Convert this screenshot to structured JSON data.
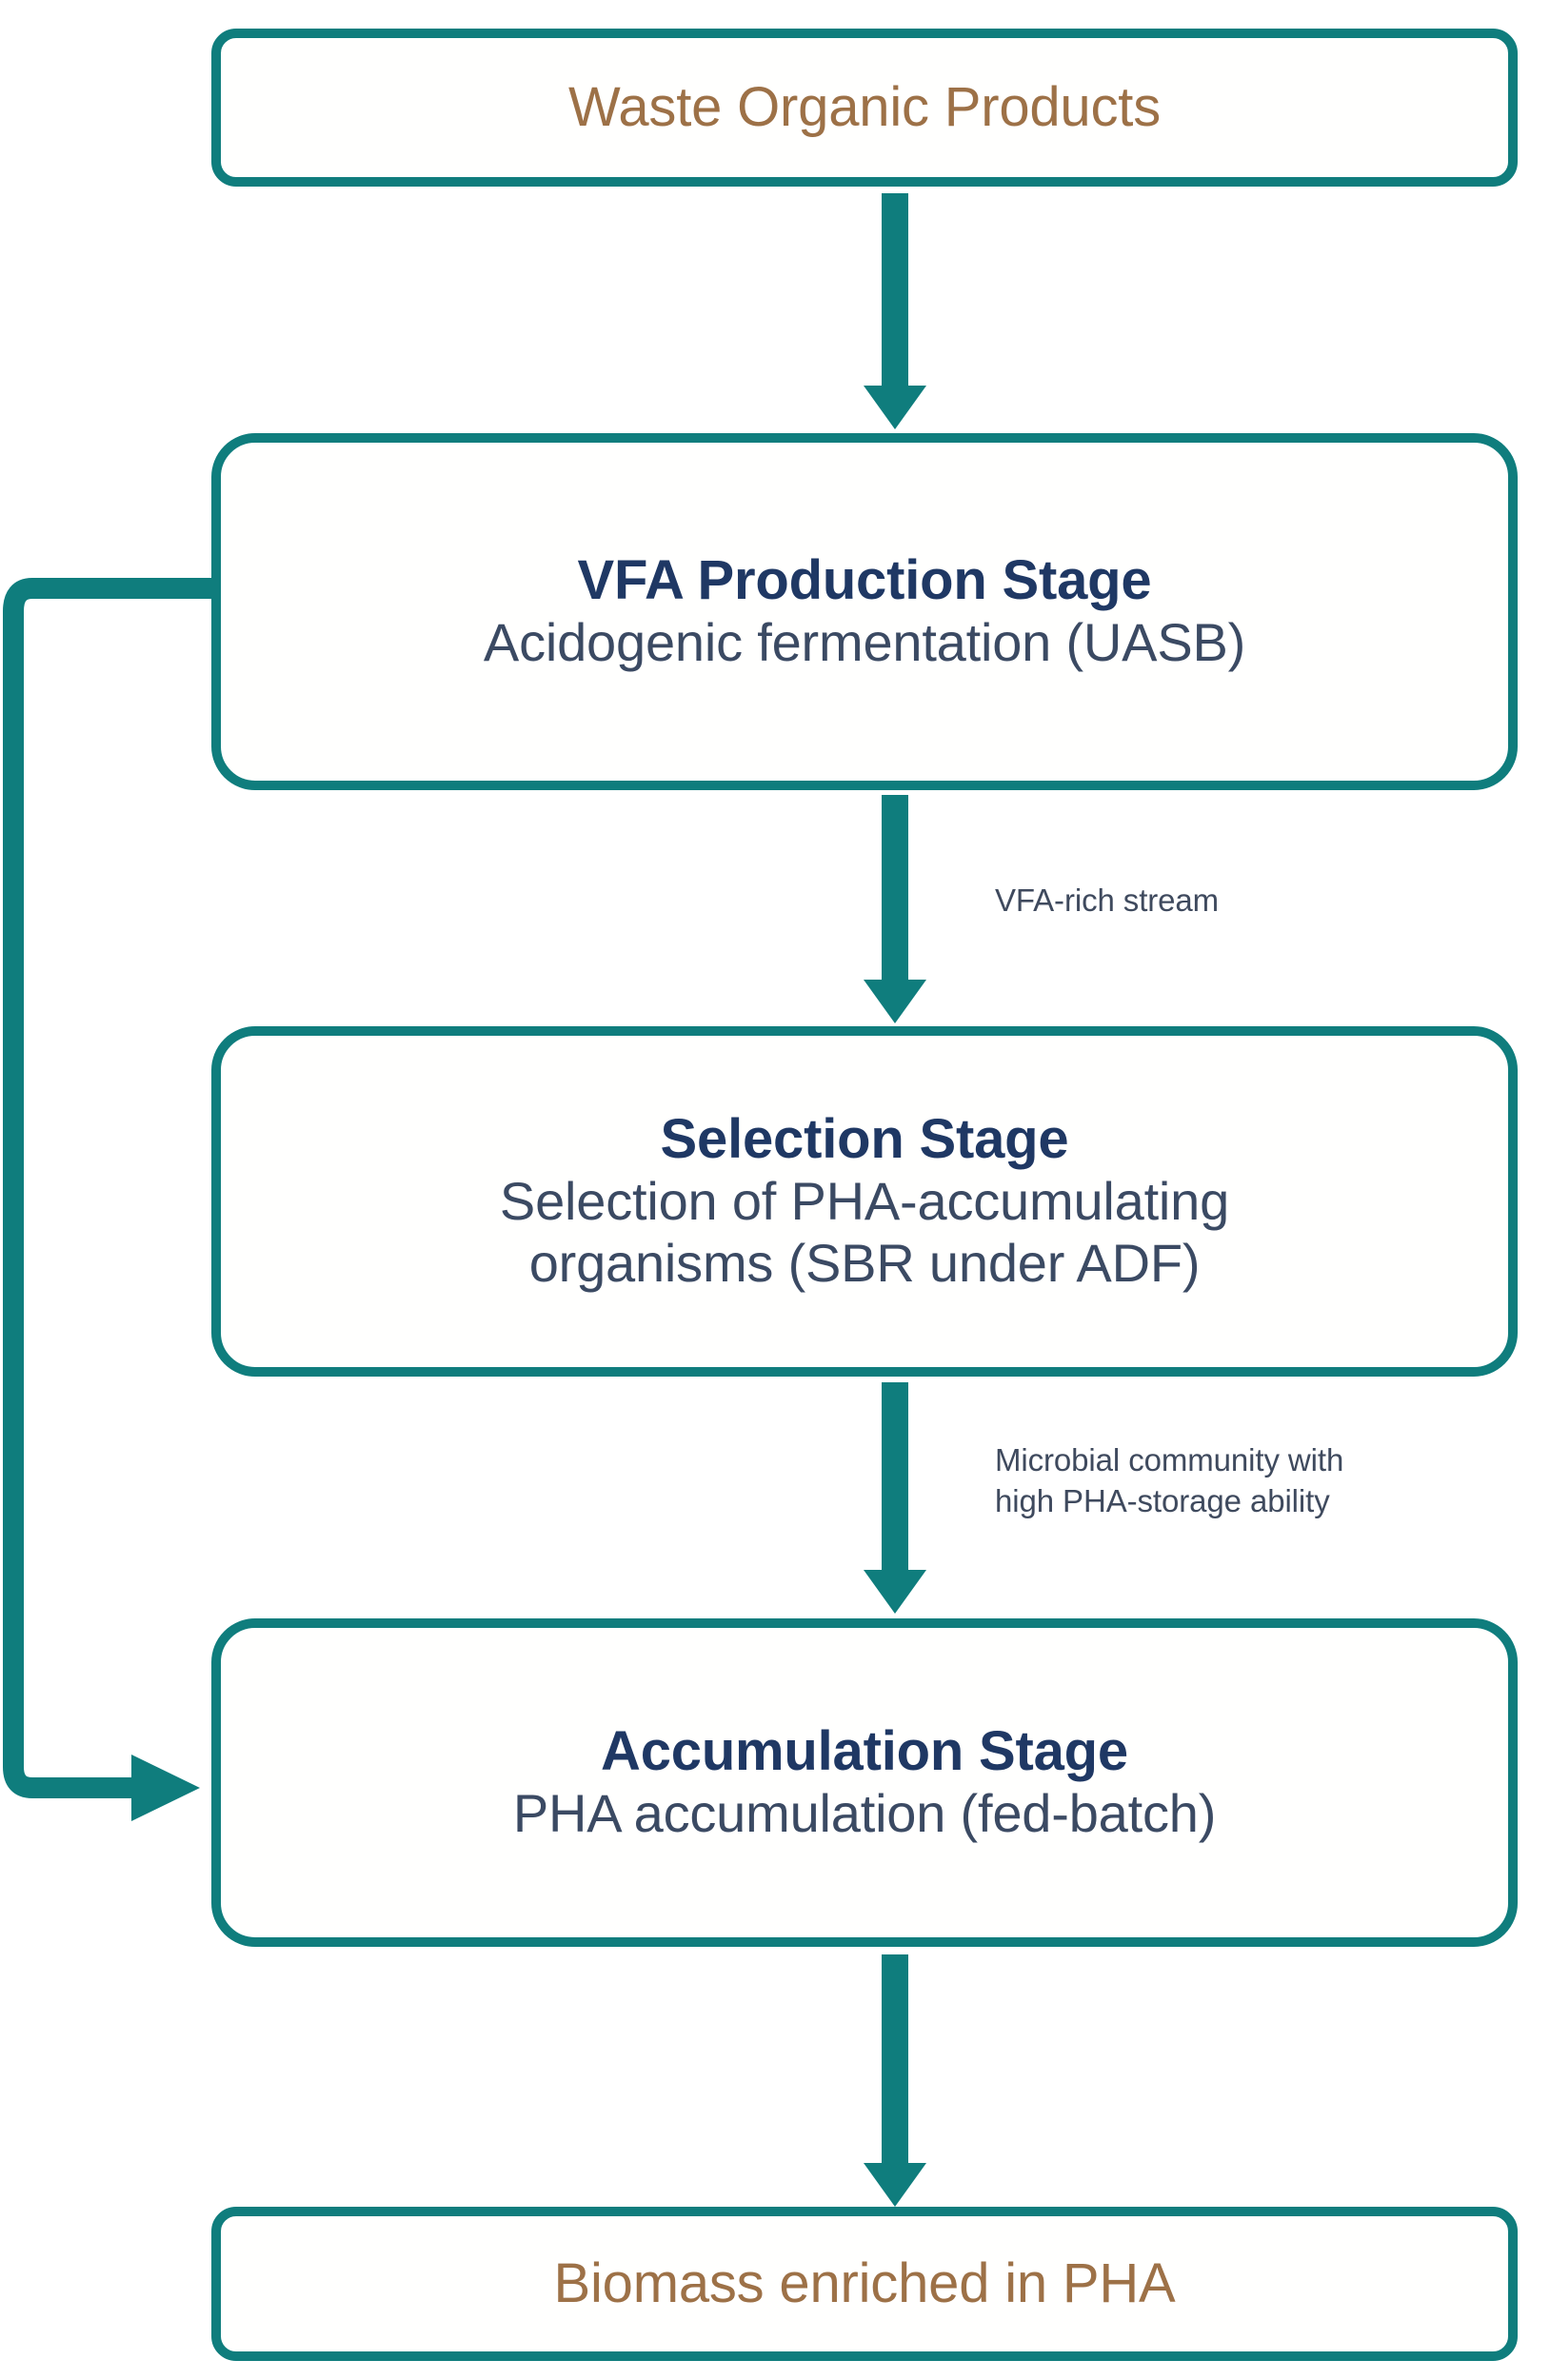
{
  "diagram": {
    "title": "PHA production three-stage process flowchart",
    "colors": {
      "stroke_teal": "#0f7d7d",
      "terminal_text_brown": "#9d7147",
      "stage_title_navy": "#1f3864",
      "stage_subtitle_slate": "#3b4a63",
      "edge_label": "#3f4a5e",
      "background": "#ffffff"
    },
    "nodes": [
      {
        "id": "waste-organic-products",
        "kind": "terminal",
        "label": "Waste Organic Products"
      },
      {
        "id": "vfa-production-stage",
        "kind": "stage",
        "title": "VFA Production Stage",
        "subtitle": "Acidogenic fermentation (UASB)"
      },
      {
        "id": "selection-stage",
        "kind": "stage",
        "title": "Selection Stage",
        "subtitle_line1": "Selection of PHA-accumulating",
        "subtitle_line2": "organisms (SBR under  ADF)"
      },
      {
        "id": "accumulation-stage",
        "kind": "stage",
        "title": "Accumulation Stage",
        "subtitle": "PHA accumulation (fed-batch)"
      },
      {
        "id": "biomass-enriched-in-pha",
        "kind": "terminal",
        "label": "Biomass enriched in PHA"
      }
    ],
    "edges": [
      {
        "id": "edge-waste-to-vfa",
        "from": "waste-organic-products",
        "to": "vfa-production-stage",
        "label": ""
      },
      {
        "id": "edge-vfa-to-selection",
        "from": "vfa-production-stage",
        "to": "selection-stage",
        "label": "VFA-rich stream"
      },
      {
        "id": "edge-selection-to-accumulation",
        "from": "selection-stage",
        "to": "accumulation-stage",
        "label": "Microbial community with\nhigh PHA-storage ability"
      },
      {
        "id": "edge-accumulation-to-biomass",
        "from": "accumulation-stage",
        "to": "biomass-enriched-in-pha",
        "label": ""
      },
      {
        "id": "edge-vfa-recycle-to-accumulation",
        "from": "vfa-production-stage",
        "to": "accumulation-stage",
        "label": ""
      }
    ]
  }
}
